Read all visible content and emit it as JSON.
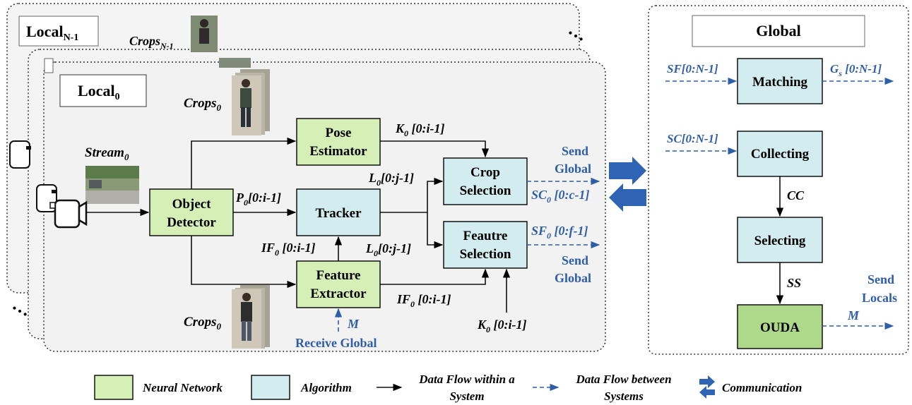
{
  "colors": {
    "neural": "#d6efb6",
    "algorithm": "#d3ecef",
    "panel_fill": "#f2f2f2",
    "arrow_blue": "#2f5ea8",
    "comm_blue": "#2e64b3"
  },
  "local_back": {
    "title": "Local",
    "title_sub": "N-1",
    "crops_label": "Crops",
    "crops_sub": "N-1"
  },
  "local": {
    "title": "Local",
    "title_sub": "0",
    "crops_top": "Crops",
    "crops_top_sub": "0",
    "crops_bottom": "Crops",
    "crops_bottom_sub": "0",
    "stream": "Stream",
    "stream_sub": "0",
    "object_detector": [
      "Object",
      "Detector"
    ],
    "pose_estimator": [
      "Pose",
      "Estimator"
    ],
    "tracker": "Tracker",
    "feature_extractor": [
      "Feature",
      "Extractor"
    ],
    "crop_selection": [
      "Crop",
      "Selection"
    ],
    "feature_selection": [
      "Feautre",
      "Selection"
    ],
    "lbl_k0_top": {
      "a": "K",
      "sub": "0",
      "b": " [0:i-1]"
    },
    "lbl_p0": {
      "a": "P",
      "sub": "0",
      "b": "[0:i-1]"
    },
    "lbl_l0_top": {
      "a": "L",
      "sub": "0",
      "b": "[0:j-1]"
    },
    "lbl_l0_bottom": {
      "a": "L",
      "sub": "0",
      "b": "[0:j-1]"
    },
    "lbl_if0_left": {
      "a": "IF",
      "sub": "0",
      "b": " [0:i-1]"
    },
    "lbl_if0_right": {
      "a": "IF",
      "sub": "0",
      "b": " [0:i-1]"
    },
    "lbl_k0_bottom": {
      "a": "K",
      "sub": "0",
      "b": " [0:i-1]"
    },
    "lbl_m": "M",
    "receive_global": "Receive Global",
    "send_global_top": [
      "Send",
      "Global"
    ],
    "send_global_bottom": [
      "Send",
      "Global"
    ],
    "lbl_sc0": {
      "a": "SC",
      "sub": "0",
      "b": " [0:c-1]"
    },
    "lbl_sf0": {
      "a": "SF",
      "sub": "0",
      "b": " [0:f-1]"
    }
  },
  "global": {
    "title": "Global",
    "matching": "Matching",
    "collecting": "Collecting",
    "selecting": "Selecting",
    "ouda": "OUDA",
    "lbl_sf": "SF[0:N-1]",
    "lbl_gs": {
      "a": "G",
      "sub": "s",
      "b": " [0:N-1]"
    },
    "lbl_sc": "SC[0:N-1]",
    "lbl_cc": "CC",
    "lbl_ss": "SS",
    "lbl_m": "M",
    "send_locals": [
      "Send",
      "Locals"
    ]
  },
  "legend": {
    "neural_network": "Neural Network",
    "algorithm": "Algorithm",
    "flow_within": [
      "Data Flow within a",
      "System"
    ],
    "flow_between": [
      "Data Flow between",
      "Systems"
    ],
    "communication": "Communication"
  },
  "dots": "…",
  "icons": [
    "camera-icon",
    "person-crop-image",
    "street-image",
    "communication-arrows-icon"
  ]
}
